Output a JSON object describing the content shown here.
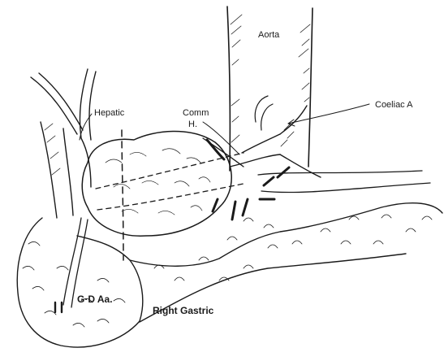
{
  "labels": {
    "aorta": "Aorta",
    "hepatic": "Hepatic",
    "comm_line1": "Comm",
    "comm_line2": "H.",
    "coeliac": "Coeliac A",
    "gd": "G·D Aa.",
    "right_gastric": "Right Gastric"
  }
}
